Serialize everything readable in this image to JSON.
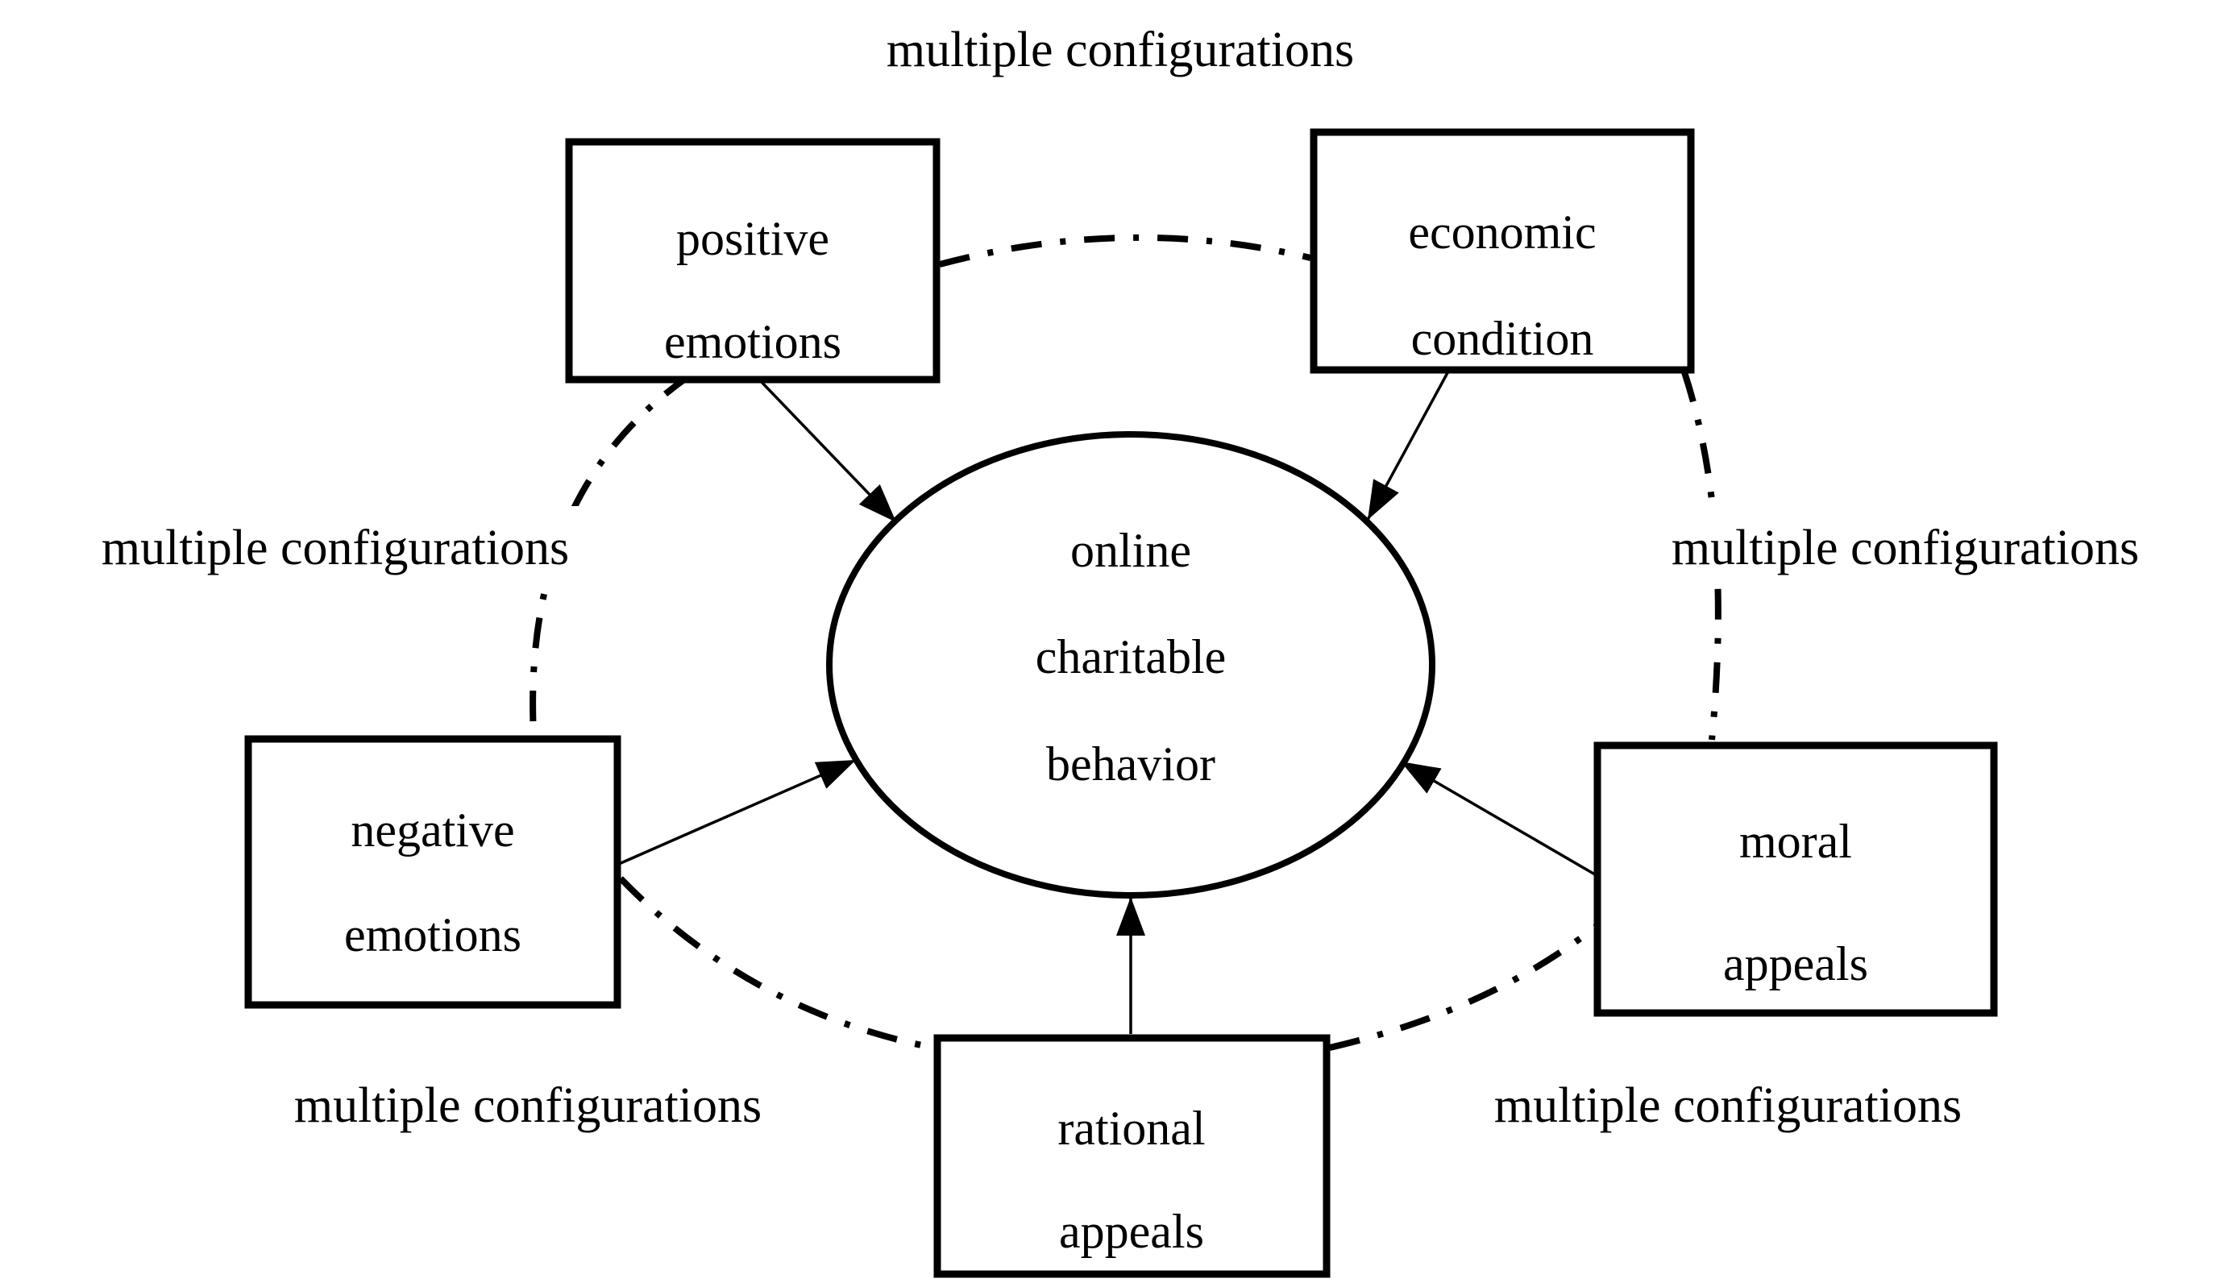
{
  "diagram": {
    "colors": {
      "ink": "#000000",
      "background": "#ffffff"
    },
    "center": {
      "shape": "ellipse",
      "lines": [
        "online",
        "charitable",
        "behavior"
      ]
    },
    "factors": [
      {
        "id": "positive-emotions",
        "lines": [
          "positive",
          "emotions"
        ]
      },
      {
        "id": "economic-condition",
        "lines": [
          "economic",
          "condition"
        ]
      },
      {
        "id": "negative-emotions",
        "lines": [
          "negative",
          "emotions"
        ]
      },
      {
        "id": "moral-appeals",
        "lines": [
          "moral",
          "appeals"
        ]
      },
      {
        "id": "rational-appeals",
        "lines": [
          "rational",
          "appeals"
        ]
      }
    ],
    "labels": {
      "top": "multiple configurations",
      "left": "multiple configurations",
      "right": "multiple configurations",
      "bottom_left": "multiple configurations",
      "bottom_right": "multiple configurations"
    },
    "edges": {
      "arrows_to_center": [
        "positive emotions",
        "economic condition",
        "negative emotions",
        "moral appeals",
        "rational appeals"
      ],
      "dashdot_links": [
        "positive emotions - economic condition",
        "positive emotions - negative emotions",
        "economic condition - moral appeals",
        "negative emotions - rational appeals",
        "rational appeals - moral appeals"
      ]
    }
  }
}
